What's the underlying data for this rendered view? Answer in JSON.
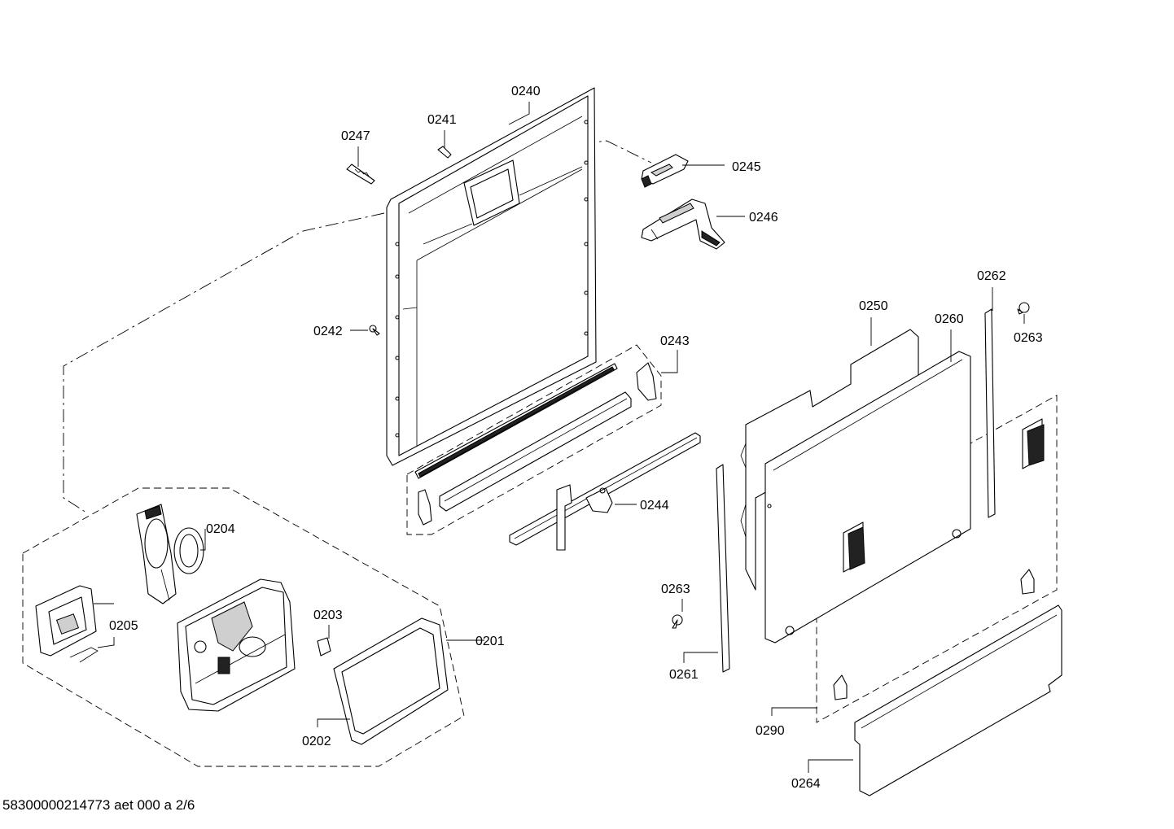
{
  "document_ref": "58300000214773 aet 000 a 2/6",
  "labels": {
    "p0240": "0240",
    "p0241": "0241",
    "p0247": "0247",
    "p0245": "0245",
    "p0246": "0246",
    "p0242": "0242",
    "p0243": "0243",
    "p0244": "0244",
    "p0204": "0204",
    "p0205": "0205",
    "p0203": "0203",
    "p0201": "0201",
    "p0202": "0202",
    "p0250": "0250",
    "p0260": "0260",
    "p0262": "0262",
    "p0263a": "0263",
    "p0263b": "0263",
    "p0261": "0261",
    "p0290": "0290",
    "p0264": "0264"
  }
}
